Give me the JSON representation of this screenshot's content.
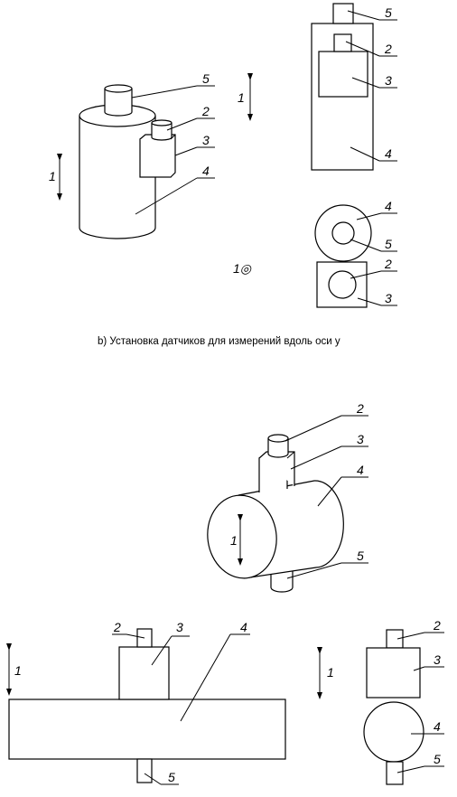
{
  "caption": "b)  Установка датчиков для измерений вдоль оси y",
  "labels": {
    "n1": "1",
    "n2": "2",
    "n3": "3",
    "n4": "4",
    "n5": "5",
    "out_of_plane": "1◎"
  }
}
